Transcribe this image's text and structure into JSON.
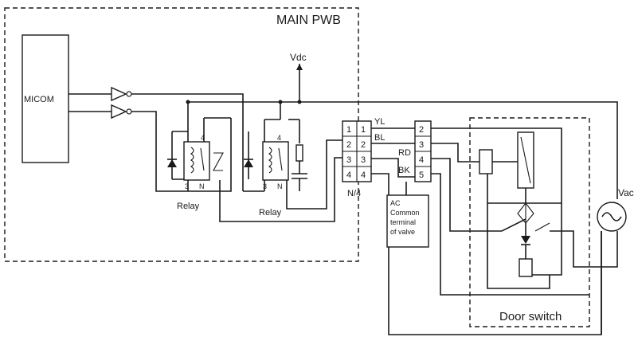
{
  "labels": {
    "main_pwb": "MAIN PWB",
    "micom": "MICOM",
    "vdc": "Vdc",
    "relay_1": "Relay",
    "relay_2": "Relay",
    "relay_coil_pin": "4",
    "relay_contact_1": "3",
    "relay_contact_2": "N",
    "connector": "N/4",
    "pins_left": [
      "1",
      "2",
      "3",
      "4"
    ],
    "pins_right": [
      "1",
      "2",
      "3",
      "4"
    ],
    "pins_door": [
      "2",
      "3",
      "4",
      "5"
    ],
    "wire_yl": "YL",
    "wire_bl": "BL",
    "wire_rd": "RD",
    "wire_bk": "BK",
    "ac_common": [
      "AC",
      "Common",
      "terminal",
      "of valve"
    ],
    "door_switch": "Door switch",
    "vac": "Vac"
  }
}
